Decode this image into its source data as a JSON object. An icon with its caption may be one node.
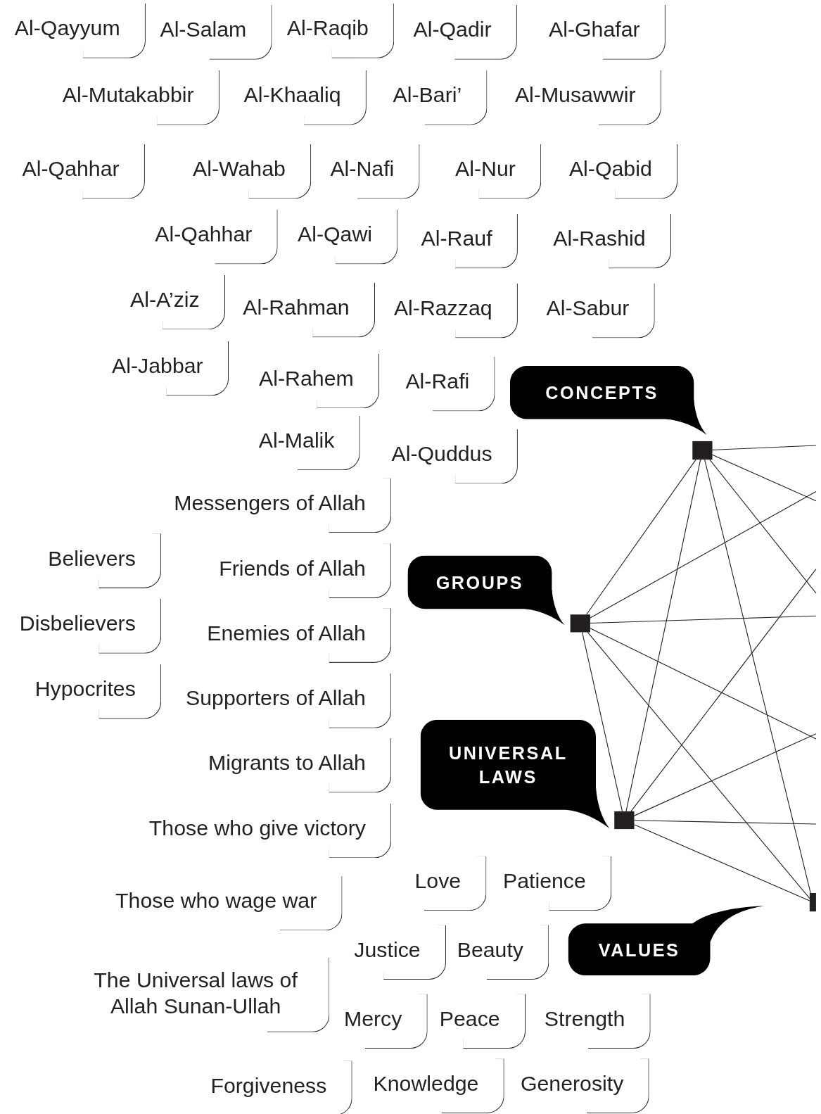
{
  "diagram": {
    "nodes": [
      {
        "text": [
          "Al-Qayyum"
        ]
      },
      {
        "text": [
          "Al-Salam"
        ]
      },
      {
        "text": [
          "Al-Raqib"
        ]
      },
      {
        "text": [
          "Al-Qadir"
        ]
      },
      {
        "text": [
          "Al-Ghafar"
        ]
      },
      {
        "text": [
          "Al-Mutakabbir"
        ]
      },
      {
        "text": [
          "Al-Khaaliq"
        ]
      },
      {
        "text": [
          "Al-Bari’"
        ]
      },
      {
        "text": [
          "Al-Musawwir"
        ]
      },
      {
        "text": [
          "Al-Qahhar"
        ]
      },
      {
        "text": [
          "Al-Wahab"
        ]
      },
      {
        "text": [
          "Al-Nafi"
        ]
      },
      {
        "text": [
          "Al-Nur"
        ]
      },
      {
        "text": [
          "Al-Qabid"
        ]
      },
      {
        "text": [
          "Al-Qahhar"
        ]
      },
      {
        "text": [
          "Al-Qawi"
        ]
      },
      {
        "text": [
          "Al-Rauf"
        ]
      },
      {
        "text": [
          "Al-Rashid"
        ]
      },
      {
        "text": [
          "Al-A’ziz"
        ]
      },
      {
        "text": [
          "Al-Rahman"
        ]
      },
      {
        "text": [
          "Al-Razzaq"
        ]
      },
      {
        "text": [
          "Al-Sabur"
        ]
      },
      {
        "text": [
          "Al-Jabbar"
        ]
      },
      {
        "text": [
          "Al-Rahem"
        ]
      },
      {
        "text": [
          "Al-Rafi"
        ]
      },
      {
        "text": [
          "CONCEPTS"
        ]
      },
      {
        "text": [
          "Al-Malik"
        ]
      },
      {
        "text": [
          "Al-Quddus"
        ]
      },
      {
        "text": [],
        "shape": "box"
      },
      {
        "text": [
          "Messengers of Allah"
        ]
      },
      {
        "text": [
          "Believers"
        ]
      },
      {
        "text": [
          "Friends of Allah"
        ]
      },
      {
        "text": [
          "GROUPS"
        ]
      },
      {
        "text": [
          "Disbelievers"
        ]
      },
      {
        "text": [
          "Enemies of Allah"
        ]
      },
      {
        "text": [],
        "shape": "box"
      },
      {
        "text": [
          "Hypocrites"
        ]
      },
      {
        "text": [
          "Supporters of Allah"
        ]
      },
      {
        "text": [
          "Migrants to Allah"
        ]
      },
      {
        "text": [
          "UNIVERSAL LAWS"
        ]
      },
      {
        "text": [
          "Those who give victory"
        ]
      },
      {
        "text": [],
        "shape": "box"
      },
      {
        "text": [
          "Love"
        ]
      },
      {
        "text": [
          "Patience"
        ]
      },
      {
        "text": [
          "Those who wage war"
        ]
      },
      {
        "text": [],
        "shape": "box"
      },
      {
        "text": [
          "Justice"
        ]
      },
      {
        "text": [
          "Beauty"
        ]
      },
      {
        "text": [
          "VALUES"
        ]
      },
      {
        "text": [
          "The Universal laws of Allah Sunan-Ullah"
        ]
      },
      {
        "text": [
          "Mercy"
        ]
      },
      {
        "text": [
          "Peace"
        ]
      },
      {
        "text": [
          "Strength"
        ]
      },
      {
        "text": [
          "Forgiveness"
        ]
      },
      {
        "text": [
          "Knowledge"
        ]
      },
      {
        "text": [
          "Generosity"
        ]
      }
    ],
    "edges": [
      {
        "from": 28,
        "to": null,
        "arrow": "none"
      },
      {
        "from": 28,
        "to": null,
        "arrow": "none"
      },
      {
        "from": 28,
        "to": null,
        "arrow": "none"
      },
      {
        "from": 28,
        "to": 35,
        "arrow": "none"
      },
      {
        "from": 28,
        "to": 41,
        "arrow": "none"
      },
      {
        "from": 28,
        "to": 45,
        "arrow": "none"
      },
      {
        "from": 35,
        "to": null,
        "arrow": "none"
      },
      {
        "from": 35,
        "to": null,
        "arrow": "none"
      },
      {
        "from": 35,
        "to": null,
        "arrow": "none"
      },
      {
        "from": 35,
        "to": 41,
        "arrow": "none"
      },
      {
        "from": 35,
        "to": 45,
        "arrow": "none"
      },
      {
        "from": 41,
        "to": null,
        "arrow": "none"
      },
      {
        "from": 41,
        "to": null,
        "arrow": "none"
      },
      {
        "from": 41,
        "to": null,
        "arrow": "none"
      },
      {
        "from": 41,
        "to": 45,
        "arrow": "none"
      }
    ]
  }
}
